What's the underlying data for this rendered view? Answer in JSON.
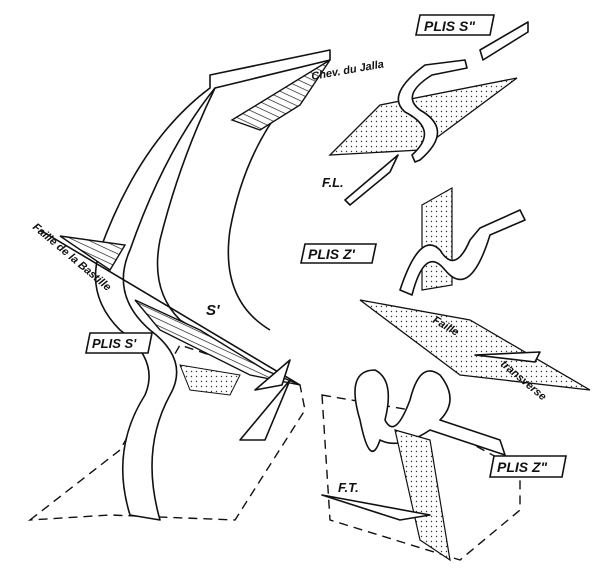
{
  "labels": {
    "plis_s_double": "PLIS S\"",
    "chev_du_jalla": "Chev. du Jalla",
    "fl": "F.L.",
    "plis_z_prime": "PLIS Z'",
    "faille_bastille": "Faille de la Bastille",
    "s_prime": "S'",
    "plis_s_prime": "PLIS S'",
    "faille": "Faille",
    "transverse": "transverse",
    "plis_z_double": "PLIS Z\"",
    "ft": "F.T."
  },
  "colors": {
    "ink": "#111111",
    "paper": "#ffffff"
  }
}
